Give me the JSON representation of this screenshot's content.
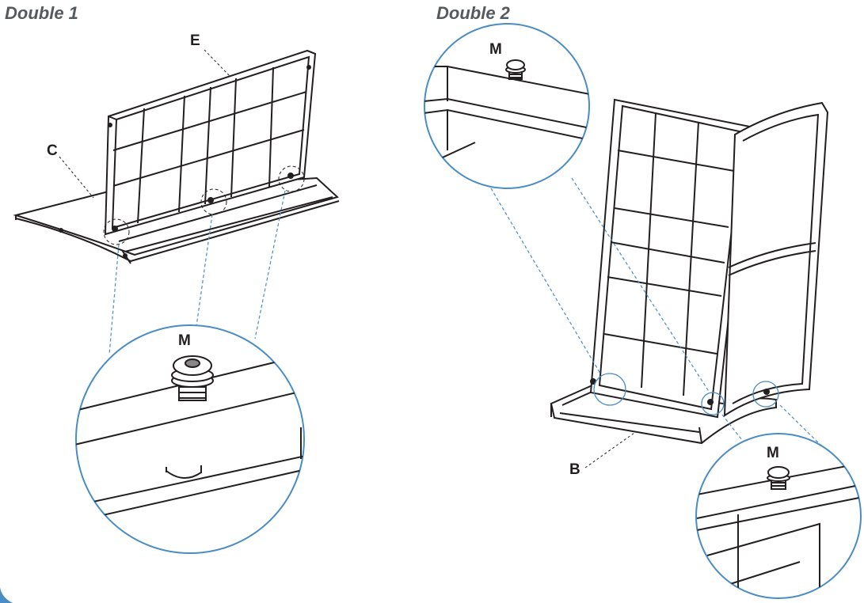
{
  "titles": {
    "left": "Double 1",
    "right": "Double 2"
  },
  "labels": {
    "e": "E",
    "c": "C",
    "b": "B",
    "m1": "M",
    "m2": "M",
    "m3": "M"
  },
  "colors": {
    "line": "#231f20",
    "callout": "#4a8cc4",
    "title": "#555a5f"
  }
}
